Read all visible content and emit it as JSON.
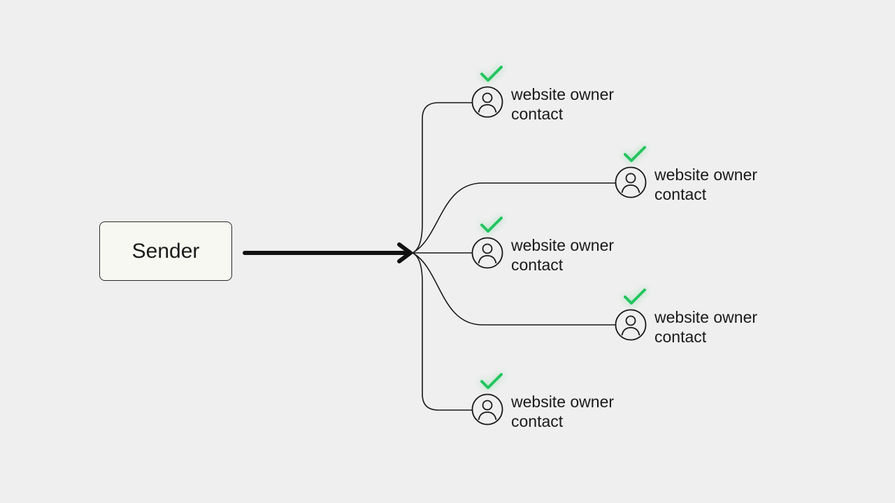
{
  "sender": {
    "label": "Sender"
  },
  "recipients": [
    {
      "line1": "website owner",
      "line2": "contact",
      "status": "check-icon"
    },
    {
      "line1": "website owner",
      "line2": "contact",
      "status": "check-icon"
    },
    {
      "line1": "website owner",
      "line2": "contact",
      "status": "check-icon"
    },
    {
      "line1": "website owner",
      "line2": "contact",
      "status": "check-icon"
    },
    {
      "line1": "website owner",
      "line2": "contact",
      "status": "check-icon"
    }
  ],
  "colors": {
    "background": "#efefef",
    "check": "#22c55e",
    "stroke": "#1a1a1a",
    "sender_fill": "#f8f8f2"
  }
}
